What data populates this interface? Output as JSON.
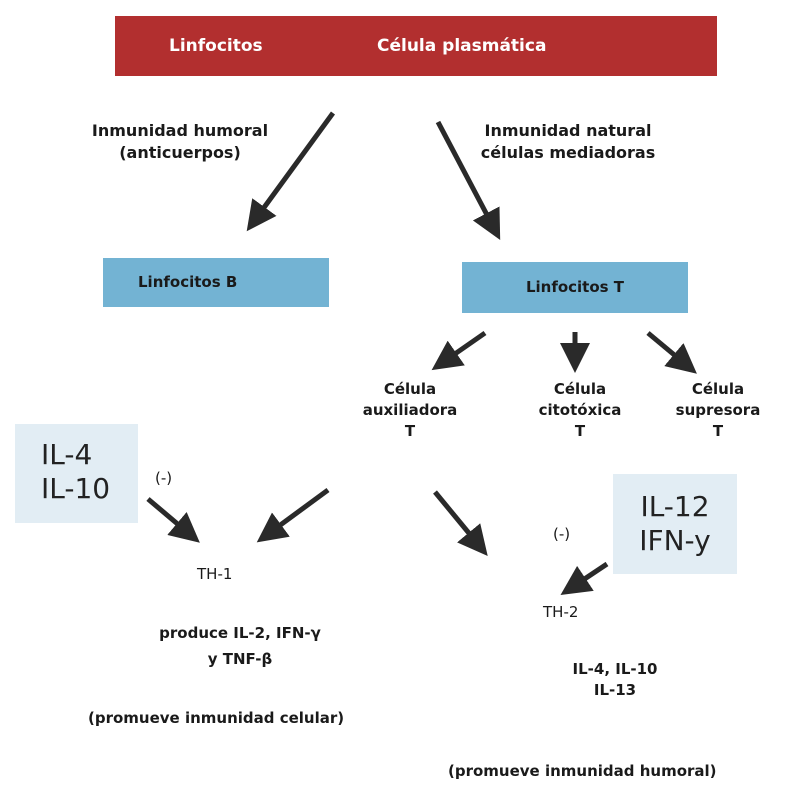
{
  "banner": {
    "left": "Linfocitos",
    "right": "Célula plasmática"
  },
  "branches": {
    "left_line1": "Inmunidad humoral",
    "left_line2": "(anticuerpos)",
    "right_line1": "Inmunidad natural",
    "right_line2": "células mediadoras"
  },
  "boxes": {
    "b_cells": "Linfocitos B",
    "t_cells": "Linfocitos T"
  },
  "t_subtypes": [
    {
      "line1": "Célula",
      "line2": "auxiliadora",
      "line3": "T"
    },
    {
      "line1": "Célula",
      "line2": "citotóxica",
      "line3": "T"
    },
    {
      "line1": "Célula",
      "line2": "supresora",
      "line3": "T"
    }
  ],
  "inhibitors_left": {
    "line1": "IL-4",
    "line2": "IL-10",
    "sign": "(-)"
  },
  "inhibitors_right": {
    "line1": "IL-12",
    "line2": "IFN-y",
    "sign": "(-)"
  },
  "th1": {
    "label": "TH-1",
    "produce_line1": "produce IL-2, IFN-γ",
    "produce_line2": "y TNF-β",
    "note": "(promueve inmunidad celular)"
  },
  "th2": {
    "label": "TH-2",
    "produce_line1": "IL-4, IL-10",
    "produce_line2": "IL-13",
    "note": "(promueve inmunidad humoral)"
  },
  "colors": {
    "banner": "#b22f2f",
    "box_blue": "#73b3d3",
    "box_light": "#e2edf4",
    "arrow": "#2a2a2a"
  }
}
